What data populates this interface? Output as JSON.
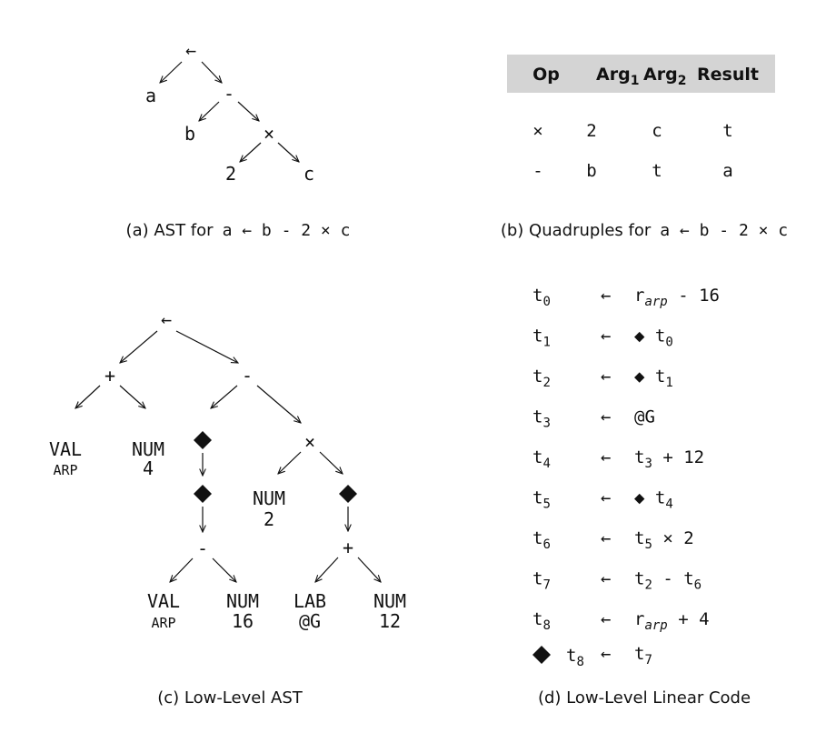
{
  "panel_a": {
    "nodes": {
      "assign": "←",
      "a": "a",
      "minus": "-",
      "b": "b",
      "times": "×",
      "two": "2",
      "c": "c"
    },
    "caption_prefix": "(a) AST for",
    "caption_expr": "a ← b - 2 × c"
  },
  "panel_b": {
    "headers": {
      "op": "Op",
      "arg": "Arg",
      "arg1_sub": "1",
      "arg2_sub": "2",
      "result": "Result"
    },
    "rows": [
      {
        "op": "×",
        "arg1": "2",
        "arg2": "c",
        "result": "t"
      },
      {
        "op": "-",
        "arg1": "b",
        "arg2": "t",
        "result": "a"
      }
    ],
    "caption_prefix": "(b) Quadruples for",
    "caption_expr": "a ← b - 2 × c"
  },
  "panel_c": {
    "nodes": {
      "root": "←",
      "plus": "+",
      "minus": "-",
      "val1": "VAL",
      "arp1": "ARP",
      "num4": "NUM",
      "four": "4",
      "times": "×",
      "num2": "NUM",
      "two": "2",
      "minus2": "-",
      "plus2": "+",
      "val2": "VAL",
      "arp2": "ARP",
      "num16": "NUM",
      "sixteen": "16",
      "lab": "LAB",
      "atg": "@G",
      "num12": "NUM",
      "twelve": "12"
    },
    "caption": "(c) Low-Level AST"
  },
  "panel_d": {
    "arrow": "←",
    "lines": [
      {
        "lhs": "t",
        "lhs_sub": "0",
        "rhs": [
          [
            "r",
            ""
          ],
          [
            "arp",
            "sub-it"
          ],
          [
            " - 16",
            ""
          ]
        ]
      },
      {
        "lhs": "t",
        "lhs_sub": "1",
        "rhs": [
          [
            "◆ ",
            ""
          ],
          [
            "t",
            ""
          ],
          [
            "0",
            "sub"
          ]
        ]
      },
      {
        "lhs": "t",
        "lhs_sub": "2",
        "rhs": [
          [
            "◆ ",
            ""
          ],
          [
            "t",
            ""
          ],
          [
            "1",
            "sub"
          ]
        ]
      },
      {
        "lhs": "t",
        "lhs_sub": "3",
        "rhs": [
          [
            "@G",
            ""
          ]
        ]
      },
      {
        "lhs": "t",
        "lhs_sub": "4",
        "rhs": [
          [
            "t",
            ""
          ],
          [
            "3",
            "sub"
          ],
          [
            " + 12",
            ""
          ]
        ]
      },
      {
        "lhs": "t",
        "lhs_sub": "5",
        "rhs": [
          [
            "◆ ",
            ""
          ],
          [
            "t",
            ""
          ],
          [
            "4",
            "sub"
          ]
        ]
      },
      {
        "lhs": "t",
        "lhs_sub": "6",
        "rhs": [
          [
            "t",
            ""
          ],
          [
            "5",
            "sub"
          ],
          [
            " × 2",
            ""
          ]
        ]
      },
      {
        "lhs": "t",
        "lhs_sub": "7",
        "rhs": [
          [
            "t",
            ""
          ],
          [
            "2",
            "sub"
          ],
          [
            " - t",
            ""
          ],
          [
            "6",
            "sub"
          ]
        ]
      },
      {
        "lhs": "t",
        "lhs_sub": "8",
        "rhs": [
          [
            "r",
            ""
          ],
          [
            "arp",
            "sub-it"
          ],
          [
            " + 4",
            ""
          ]
        ]
      }
    ],
    "last_line": {
      "diamond": "◆",
      "lhs": "t",
      "lhs_sub": "8",
      "rhs": "t",
      "rhs_sub": "7"
    },
    "caption": "(d) Low-Level Linear Code"
  }
}
